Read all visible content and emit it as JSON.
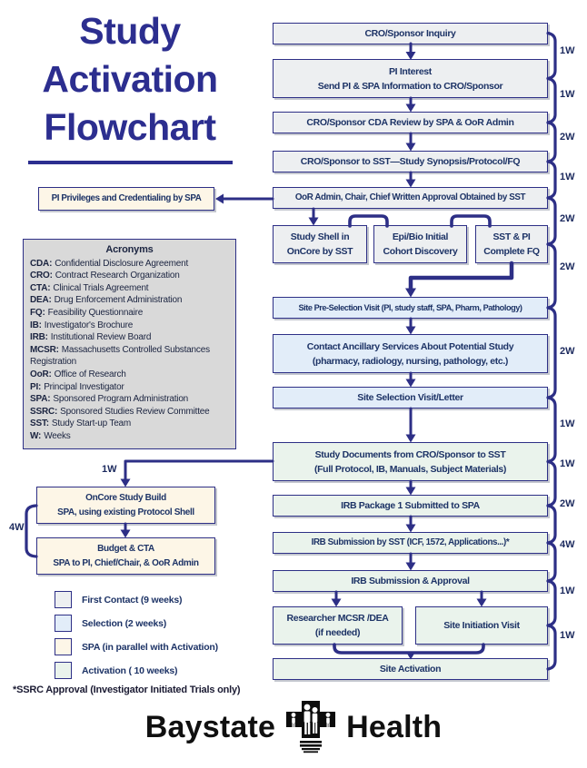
{
  "title": {
    "lines": [
      "Study",
      "Activation",
      "Flowchart"
    ]
  },
  "colors": {
    "ink": "#2d2f86",
    "title": "#2c2e8f",
    "box_text": "#1d3366",
    "first_contact_gray": "#edeff1",
    "selection_blue": "#e2edf9",
    "activation_green": "#eaf3ec",
    "spa_cream": "#fdf6e7",
    "acronym_gray": "#d9d9d9"
  },
  "flow": {
    "inquiry": "CRO/Sponsor Inquiry",
    "pi_interest": [
      "PI Interest",
      "Send PI & SPA Information to CRO/Sponsor"
    ],
    "cda_review": "CRO/Sponsor CDA Review by SPA & OoR Admin",
    "synopsis": "CRO/Sponsor to SST—Study Synopsis/Protocol/FQ",
    "approval": "OoR Admin, Chair, Chief Written Approval Obtained by SST",
    "study_shell": [
      "Study Shell in",
      "OnCore by SST"
    ],
    "epi_bio": [
      "Epi/Bio Initial",
      "Cohort Discovery"
    ],
    "sst_pi_fq": [
      "SST & PI",
      "Complete FQ"
    ],
    "pre_selection": "Site Pre-Selection Visit (PI, study staff, SPA, Pharm, Pathology)",
    "ancillary": [
      "Contact Ancillary Services About Potential Study",
      "(pharmacy, radiology, nursing, pathology, etc.)"
    ],
    "site_selection": "Site Selection Visit/Letter",
    "study_docs": [
      "Study Documents from CRO/Sponsor to SST",
      "(Full Protocol, IB, Manuals, Subject Materials)"
    ],
    "irb_package": "IRB Package 1 Submitted to SPA",
    "irb_submission": "IRB Submission by SST (ICF, 1572, Applications...)*",
    "irb_approval": "IRB Submission & Approval",
    "mcsr_dea": [
      "Researcher MCSR /DEA",
      "(if needed)"
    ],
    "site_initiation": "Site Initiation Visit",
    "site_activation": "Site Activation",
    "pi_privileges": "PI Privileges and Credentialing by SPA",
    "oncore_build": [
      "OnCore Study Build",
      "SPA, using existing Protocol Shell"
    ],
    "budget_cta": [
      "Budget & CTA",
      "SPA to PI, Chief/Chair, & OoR Admin"
    ]
  },
  "weeks": [
    "1W",
    "1W",
    "2W",
    "1W",
    "2W",
    "2W",
    "2W",
    "1W",
    "1W",
    "2W",
    "4W",
    "1W",
    "1W"
  ],
  "side_labels": {
    "oncore_feed": "1W",
    "spa_brace": "4W"
  },
  "acronyms": {
    "title": "Acronyms",
    "items": [
      {
        "abbr": "CDA:",
        "desc": "Confidential Disclosure Agreement"
      },
      {
        "abbr": "CRO:",
        "desc": "Contract Research Organization"
      },
      {
        "abbr": "CTA:",
        "desc": "Clinical Trials Agreement"
      },
      {
        "abbr": "DEA:",
        "desc": "Drug Enforcement Administration"
      },
      {
        "abbr": "FQ:",
        "desc": "Feasibility Questionnaire"
      },
      {
        "abbr": "IB:",
        "desc": "Investigator's Brochure"
      },
      {
        "abbr": "IRB:",
        "desc": "Institutional Review Board"
      },
      {
        "abbr": "MCSR:",
        "desc": "Massachusetts Controlled Substances Registration"
      },
      {
        "abbr": "OoR:",
        "desc": "Office of Research"
      },
      {
        "abbr": "PI:",
        "desc": "Principal Investigator"
      },
      {
        "abbr": "SPA:",
        "desc": "Sponsored Program Administration"
      },
      {
        "abbr": "SSRC:",
        "desc": "Sponsored Studies Review Committee"
      },
      {
        "abbr": "SST:",
        "desc": "Study Start-up Team"
      },
      {
        "abbr": "W:",
        "desc": "Weeks"
      }
    ]
  },
  "legend": {
    "items": [
      {
        "swatch": "#edeff1",
        "label": "First Contact (9 weeks)"
      },
      {
        "swatch": "#e2edf9",
        "label": "Selection (2 weeks)"
      },
      {
        "swatch": "#fdf6e7",
        "label": "SPA (in parallel with Activation)"
      },
      {
        "swatch": "#eaf3ec",
        "label": "Activation ( 10 weeks)"
      }
    ]
  },
  "footnote": "*SSRC Approval (Investigator Initiated Trials only)",
  "logo": {
    "left_word": "Baystate",
    "right_word": "Health"
  }
}
